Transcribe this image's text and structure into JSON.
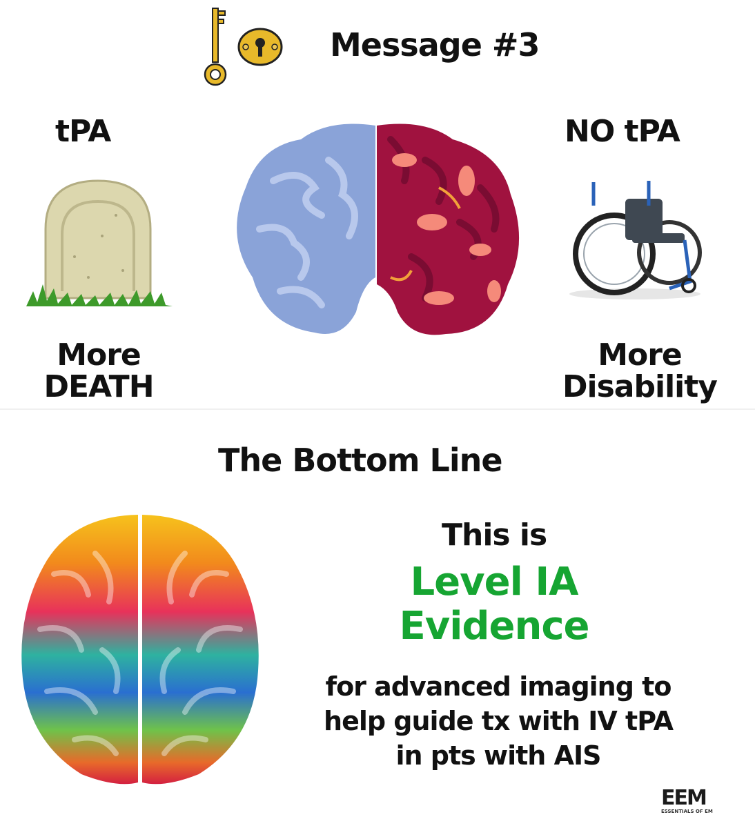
{
  "header": {
    "title": "Message #3"
  },
  "left": {
    "label": "tPA",
    "outcome_line1": "More",
    "outcome_line2": "DEATH"
  },
  "right": {
    "label": "NO tPA",
    "outcome_line1": "More",
    "outcome_line2": "Disability"
  },
  "bottom": {
    "heading": "The Bottom Line",
    "this_is": "This is",
    "level_line1": "Level IA",
    "level_line2": "Evidence",
    "desc_line1": "for advanced imaging to",
    "desc_line2": "help guide tx with IV tPA",
    "desc_line3": "in pts with AIS"
  },
  "logo": {
    "main": "EEM",
    "sub": "ESSENTIALS OF EM"
  },
  "colors": {
    "evidence_green": "#16a532",
    "brain_blue": "#8aa3d8",
    "brain_red": "#a0123f",
    "key_gold": "#e8b92a"
  }
}
